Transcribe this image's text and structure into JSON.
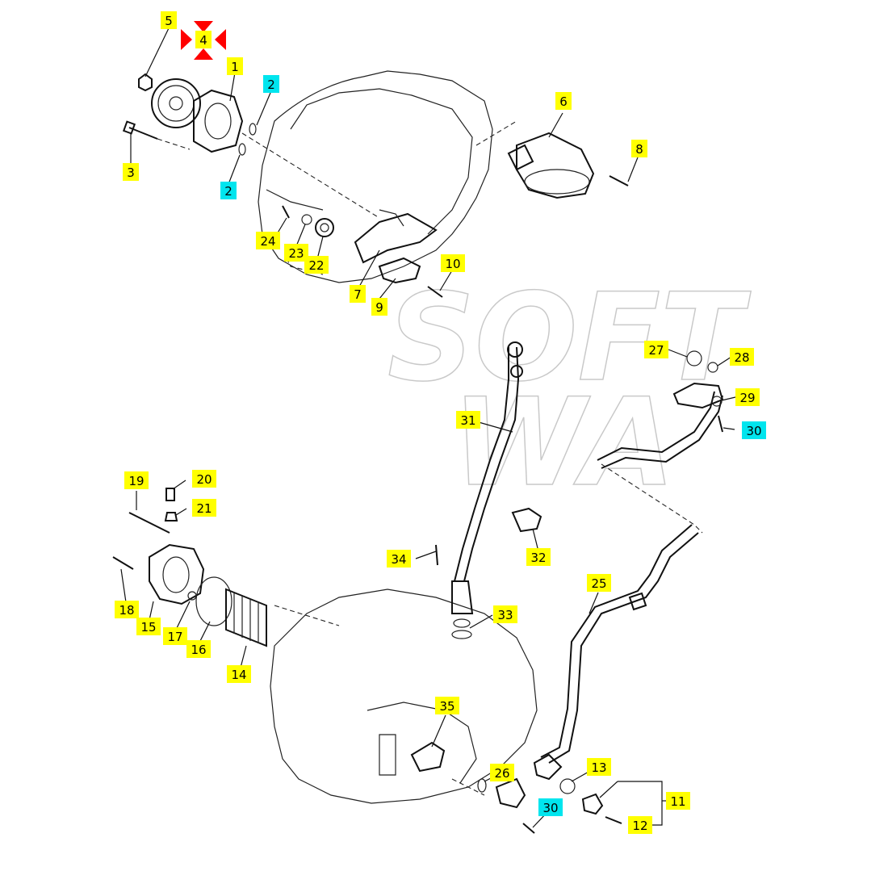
{
  "watermark": [
    "SOFT",
    "WA"
  ],
  "colors": {
    "callout_yellow": "#ffff00",
    "callout_cyan": "#00e5ee",
    "marker_red": "#ff0000"
  },
  "callouts": [
    {
      "id": "c1",
      "label": "1",
      "style": "yellow"
    },
    {
      "id": "c2a",
      "label": "2",
      "style": "cyan"
    },
    {
      "id": "c2b",
      "label": "2",
      "style": "cyan"
    },
    {
      "id": "c3",
      "label": "3",
      "style": "yellow"
    },
    {
      "id": "c4",
      "label": "4",
      "style": "yellow"
    },
    {
      "id": "c5",
      "label": "5",
      "style": "yellow"
    },
    {
      "id": "c6",
      "label": "6",
      "style": "yellow"
    },
    {
      "id": "c7",
      "label": "7",
      "style": "yellow"
    },
    {
      "id": "c8",
      "label": "8",
      "style": "yellow"
    },
    {
      "id": "c9",
      "label": "9",
      "style": "yellow"
    },
    {
      "id": "c10",
      "label": "10",
      "style": "yellow"
    },
    {
      "id": "c11",
      "label": "11",
      "style": "yellow"
    },
    {
      "id": "c12",
      "label": "12",
      "style": "yellow"
    },
    {
      "id": "c13",
      "label": "13",
      "style": "yellow"
    },
    {
      "id": "c14",
      "label": "14",
      "style": "yellow"
    },
    {
      "id": "c15",
      "label": "15",
      "style": "yellow"
    },
    {
      "id": "c16",
      "label": "16",
      "style": "yellow"
    },
    {
      "id": "c17",
      "label": "17",
      "style": "yellow"
    },
    {
      "id": "c18",
      "label": "18",
      "style": "yellow"
    },
    {
      "id": "c19",
      "label": "19",
      "style": "yellow"
    },
    {
      "id": "c20",
      "label": "20",
      "style": "yellow"
    },
    {
      "id": "c21",
      "label": "21",
      "style": "yellow"
    },
    {
      "id": "c22",
      "label": "22",
      "style": "yellow"
    },
    {
      "id": "c23",
      "label": "23",
      "style": "yellow"
    },
    {
      "id": "c24",
      "label": "24",
      "style": "yellow"
    },
    {
      "id": "c25",
      "label": "25",
      "style": "yellow"
    },
    {
      "id": "c26",
      "label": "26",
      "style": "yellow"
    },
    {
      "id": "c27",
      "label": "27",
      "style": "yellow"
    },
    {
      "id": "c28",
      "label": "28",
      "style": "yellow"
    },
    {
      "id": "c29",
      "label": "29",
      "style": "yellow"
    },
    {
      "id": "c30a",
      "label": "30",
      "style": "cyan"
    },
    {
      "id": "c30b",
      "label": "30",
      "style": "cyan"
    },
    {
      "id": "c31",
      "label": "31",
      "style": "yellow"
    },
    {
      "id": "c32",
      "label": "32",
      "style": "yellow"
    },
    {
      "id": "c33",
      "label": "33",
      "style": "yellow"
    },
    {
      "id": "c34",
      "label": "34",
      "style": "yellow"
    },
    {
      "id": "c35",
      "label": "35",
      "style": "yellow"
    }
  ]
}
